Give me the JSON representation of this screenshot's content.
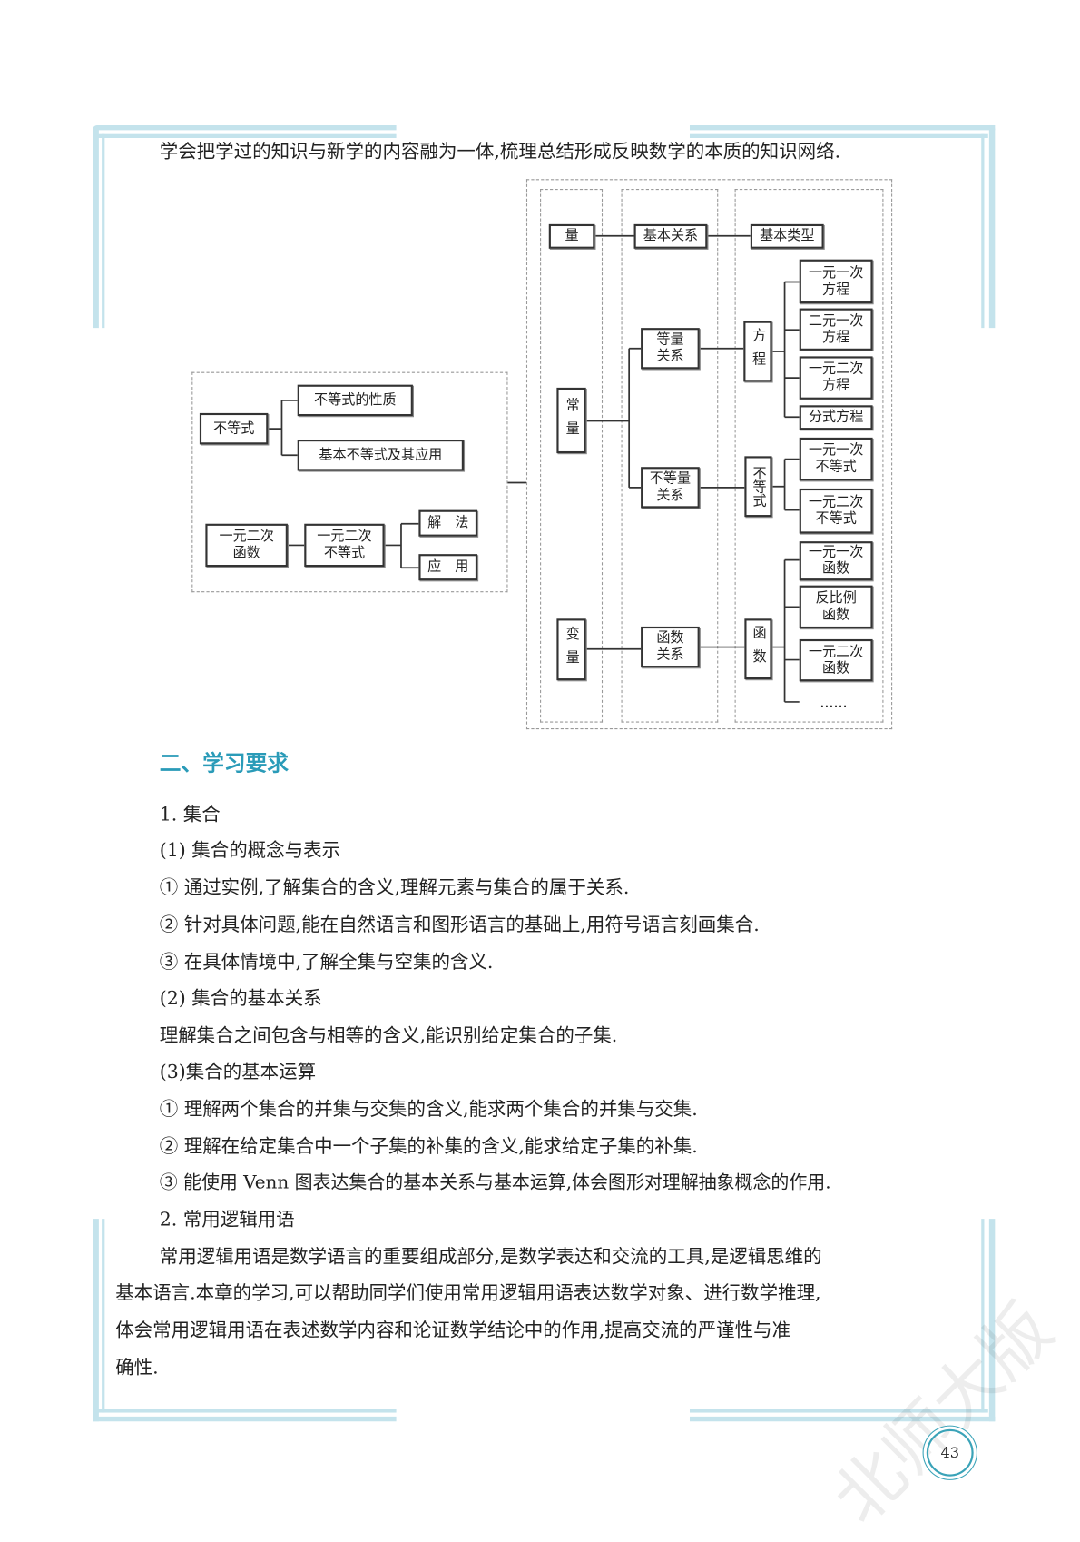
{
  "intro": "学会把学过的知识与新学的内容融为一体,梳理总结形成反映数学的本质的知识网络.",
  "diagram": {
    "header": [
      "量",
      "基本关系",
      "基本类型"
    ],
    "constant": "常量",
    "variable": "变量",
    "equal_rel": "等量关系",
    "unequal_rel": "不等量关系",
    "func_rel": "函数关系",
    "equation": "方程",
    "inequality": "不等式",
    "function": "函数",
    "equations": [
      "一元一次方程",
      "二元一次方程",
      "一元二次方程",
      "分式方程"
    ],
    "inequalities": [
      "一元一次不等式",
      "一元二次不等式"
    ],
    "functions": [
      "一元一次函数",
      "反比例函数",
      "一元二次函数",
      "……"
    ],
    "left": {
      "ineq": "不等式",
      "ineq_prop": "不等式的性质",
      "basic_ineq": "基本不等式及其应用",
      "quad_func": "一元二次函数",
      "quad_ineq": "一元二次不等式",
      "solve": "解　法",
      "apply": "应　用"
    }
  },
  "heading": "二、学习要求",
  "lines": [
    "1. 集合",
    "(1) 集合的概念与表示",
    "① 通过实例,了解集合的含义,理解元素与集合的属于关系.",
    "② 针对具体问题,能在自然语言和图形语言的基础上,用符号语言刻画集合.",
    "③ 在具体情境中,了解全集与空集的含义.",
    "(2) 集合的基本关系",
    "理解集合之间包含与相等的含义,能识别给定集合的子集.",
    "(3)集合的基本运算",
    "① 理解两个集合的并集与交集的含义,能求两个集合的并集与交集.",
    "② 理解在给定集合中一个子集的补集的含义,能求给定子集的补集.",
    "③ 能使用 Venn 图表达集合的基本关系与基本运算,体会图形对理解抽象概念的作用.",
    "2. 常用逻辑用语"
  ],
  "paragraph": [
    "常用逻辑用语是数学语言的重要组成部分,是数学表达和交流的工具,是逻辑思维的",
    "基本语言.本章的学习,可以帮助同学们使用常用逻辑用语表达数学对象、进行数学推理,",
    "体会常用逻辑用语在表述数学内容和论证数学结论中的作用,提高交流的严谨性与准",
    "确性."
  ],
  "page_number": "43",
  "watermark": "北师大版",
  "colors": {
    "frame": "#c4e3ec",
    "heading": "#2a9bb8"
  }
}
